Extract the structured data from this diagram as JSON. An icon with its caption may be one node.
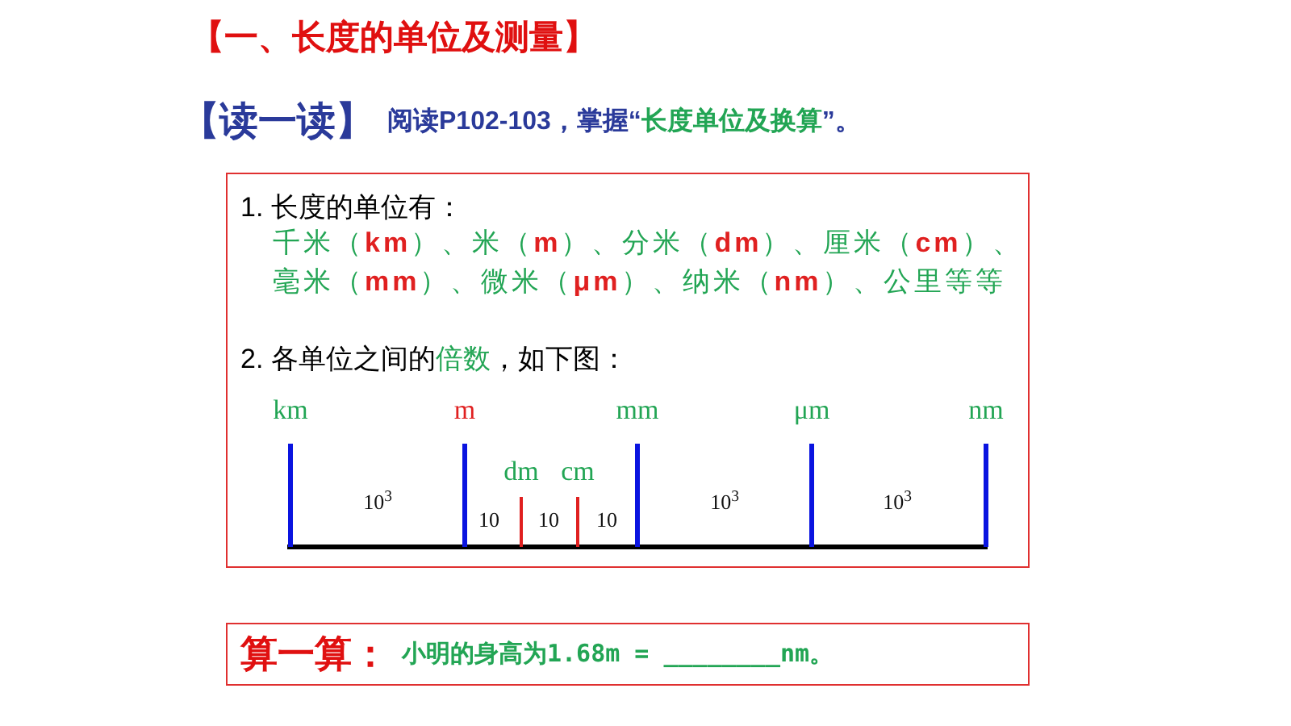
{
  "diagram": {
    "title": "【一、长度的单位及测量】",
    "nodes": [
      {
        "text": [
          "1. 长度的单位有：",
          "千米（**km**）、米（**m**）、分米（**dm**）、厘米（**cm**）、",
          "毫米（**mm**）、微米（**μm**）、纳米（**nm**）、公里等等",
          "2. 各单位之间的**倍数**，如下图："
        ]
      },
      {
        "text": [
          "算一算：",
          "小明的身高为1.68m = ________nm。"
        ]
      }
    ],
    "labels": [
      "【读一读】",
      "阅读P102-103，掌握“**长度单位及换算**”。",
      "km",
      "m",
      "mm",
      "μm",
      "nm",
      "dm",
      "cm",
      "10$^{3}$",
      "10$^{3}$",
      "10$^{3}$",
      "10",
      "10",
      "10"
    ]
  }
}
